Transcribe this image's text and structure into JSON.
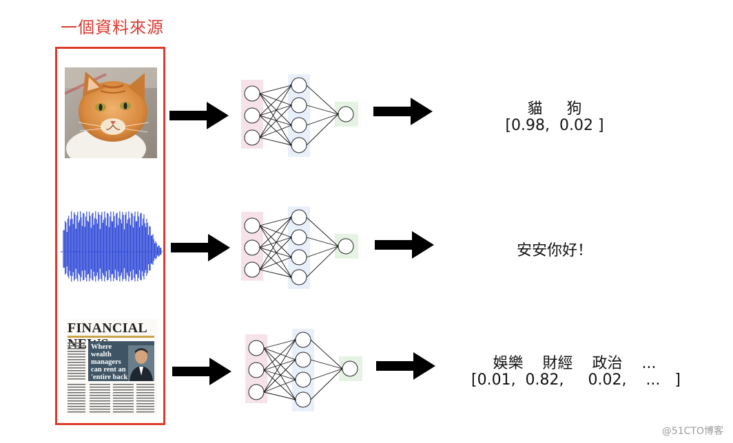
{
  "title": "一個資料來源",
  "inputs": [
    {
      "name": "cat-image",
      "icon": "cat-photo"
    },
    {
      "name": "audio-waveform",
      "icon": "waveform"
    },
    {
      "name": "newspaper-image",
      "masthead": "FINANCIAL NEWS",
      "headline": "Where wealth managers can rent an 'entire back office'"
    }
  ],
  "outputs": [
    {
      "labels": "貓     狗",
      "values": "[0.98,  0.02 ]"
    },
    {
      "labels": "安安你好！",
      "values": ""
    },
    {
      "labels": "娛樂    財經    政治    ...",
      "values": "[0.01,  0.82,     0.02,    ...   ]"
    }
  ],
  "watermark": "@51CTO博客",
  "colors": {
    "accent": "#e0392c",
    "input_layer_bg": "#f6e3ea",
    "hidden_layer_bg": "#e9f0fb",
    "output_layer_bg": "#e6f3e4"
  }
}
